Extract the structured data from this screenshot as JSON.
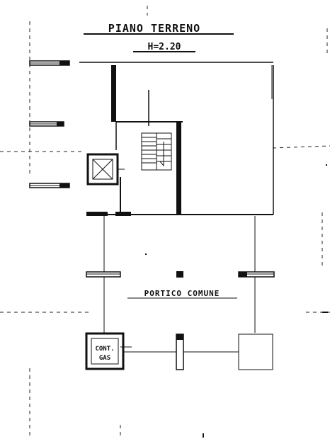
{
  "plan": {
    "title": "PIANO  TERRENO",
    "height_label": "H=2.20",
    "portico_label": "PORTICO COMUNE",
    "meter_label_top": "CONT.",
    "meter_label_bottom": "GAS"
  }
}
